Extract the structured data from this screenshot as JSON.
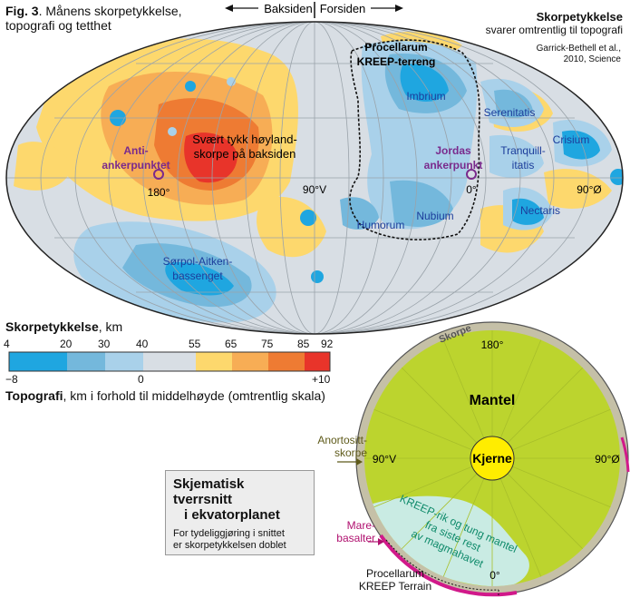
{
  "figure": {
    "title_bold": "Fig. 3",
    "title_rest": ". Månens skorpetykkelse, topografi og tetthet"
  },
  "header": {
    "left_label": "Baksiden",
    "right_label": "Forsiden"
  },
  "note": {
    "head": "Skorpetykkelse",
    "line2": "svarer omtrentlig til topografi",
    "cite1": "Garrick-Bethell et al.,",
    "cite2": "2010, Science"
  },
  "map": {
    "procellarum_1": "Procellarum",
    "procellarum_2": "KREEP-terreng",
    "imbrium": "Imbrium",
    "serenitatis": "Serenitatis",
    "crisium": "Crisium",
    "tranquillitatis_1": "Tranquill-",
    "tranquillitatis_2": "itatis",
    "nectaris": "Nectaris",
    "nubium": "Nubium",
    "humorum": "Humorum",
    "antiankpunkt_1": "Anti-",
    "antiankpunkt_2": "ankerpunktet",
    "jordas_1": "Jordas",
    "jordas_2": "ankerpunkt",
    "highland_1": "Svært tykk høyland-",
    "highland_2": "skorpe på baksiden",
    "spa_1": "Sørpol-Aitken-",
    "spa_2": "bassenget",
    "lon_180": "180°",
    "lon_90w": "90°V",
    "lon_0": "0°",
    "lon_90e": "90°Ø"
  },
  "colors": {
    "c4_20": "#1fa6e0",
    "c20_30": "#74b8dc",
    "c30_40": "#a9d1ea",
    "c40_55": "#d8dee4",
    "c55_65": "#fdd86d",
    "c65_75": "#f7ad55",
    "c75_85": "#ee7b33",
    "c85_92": "#e8342a",
    "mantle": "#bcd42e",
    "kreep": "#c9ebe3",
    "crust": "#c5c0a7",
    "mare": "#d1198a"
  },
  "scale": {
    "title_bold": "Skorpetykkelse",
    "title_rest": ", km",
    "ticks_top": [
      "4",
      "20",
      "30",
      "40",
      "55",
      "65",
      "75",
      "85",
      "92"
    ],
    "ticks_bottom": [
      "−8",
      "0",
      "+10"
    ],
    "topo_bold": "Topografi",
    "topo_rest": ", km i forhold til middelhøyde (omtrentlig skala)"
  },
  "section": {
    "skorpe": "Skorpe",
    "deg_180": "180°",
    "mantel": "Mantel",
    "kjerne": "Kjerne",
    "deg_90v": "90°V",
    "deg_90o": "90°Ø",
    "deg_0": "0°",
    "kreep_1": "KREEP-rik og tung mantel",
    "kreep_2": "fra siste rest",
    "kreep_3": "av magmahavet",
    "anortositt_1": "Anortositt-",
    "anortositt_2": "skorpe",
    "mare_1": "Mare-",
    "mare_2": "basalter",
    "procellarum_1": "Procellarum",
    "procellarum_2": "KREEP Terrain"
  },
  "schematic_box": {
    "heading_1": "Skjematisk tverrsnitt",
    "heading_2": "i ekvatorplanet",
    "sub_1": "For tydeliggjøring i snittet",
    "sub_2": "er skorpetykkelsen doblet"
  }
}
